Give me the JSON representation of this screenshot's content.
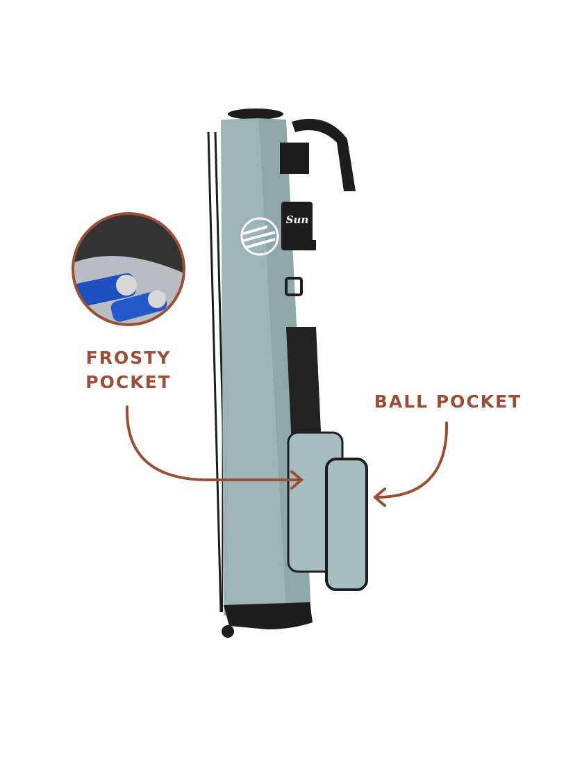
{
  "product": {
    "brand_logo_text": "Sun",
    "bag_color": "#9cb4b6",
    "accent_color": "#9a4e35"
  },
  "callouts": {
    "frosty_line1": "FROSTY",
    "frosty_line2": "POCKET",
    "ball": "BALL POCKET"
  }
}
